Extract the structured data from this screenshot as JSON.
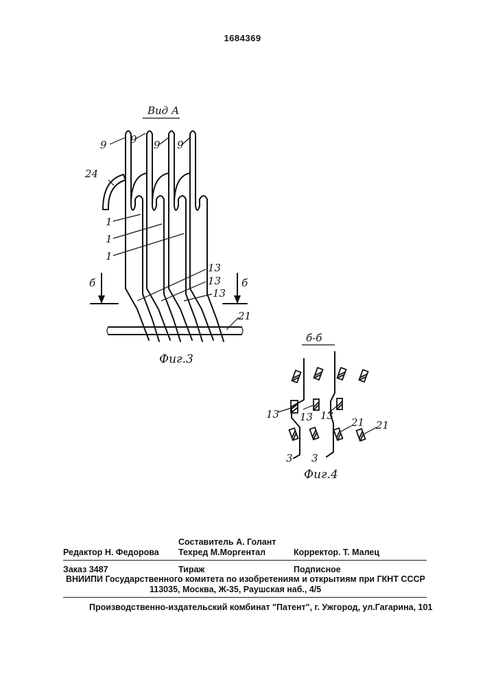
{
  "patent_number": "1684369",
  "figures": {
    "fig3": {
      "view_label": "Вид А",
      "caption": "Фиг.3",
      "labels": [
        "9",
        "9",
        "9",
        "9",
        "24",
        "1",
        "1",
        "1",
        "13",
        "13",
        "13",
        "21",
        "б",
        "б"
      ]
    },
    "fig4": {
      "section_label": "б-б",
      "caption": "Фиг.4",
      "labels": [
        "13",
        "13",
        "13",
        "21",
        "21",
        "3",
        "3"
      ]
    }
  },
  "imprint": {
    "compiler": "Составитель  А. Голант",
    "editor": "Редактор  Н. Федорова",
    "techred": "Техред М.Моргентал",
    "corrector": "Корректор. Т. Малец",
    "order": "Заказ  3487",
    "circulation": "Тираж",
    "subscription": "Подписное",
    "vniipi": "ВНИИПИ Государственного комитета по изобретениям и открытиям при ГКНТ СССР",
    "address": "113035, Москва, Ж-35, Раушская наб., 4/5",
    "publisher": "Производственно-издательский комбинат \"Патент\", г. Ужгород, ул.Гагарина, 101"
  }
}
